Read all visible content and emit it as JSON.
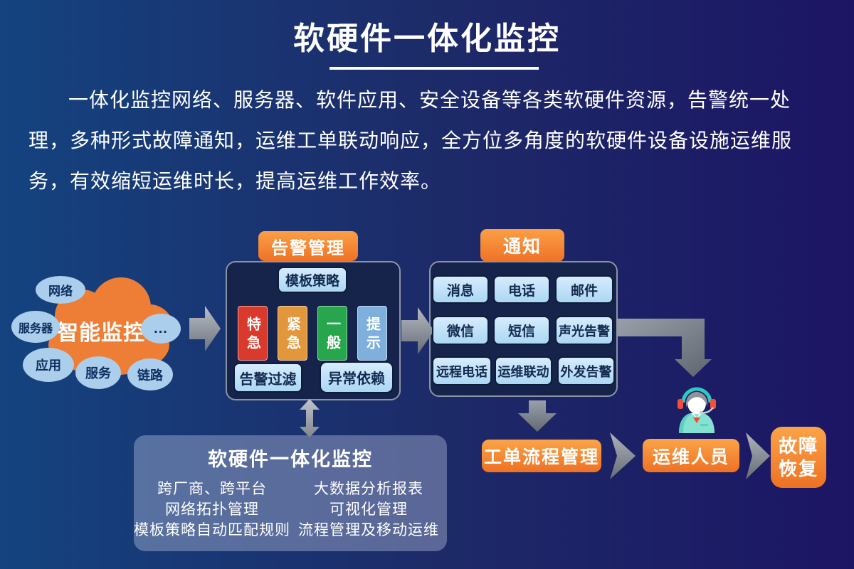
{
  "page": {
    "title": "软硬件一体化监控",
    "description": "一体化监控网络、服务器、软件应用、安全设备等各类软硬件资源，告警统一处理，多种形式故障通知，运维工单联动响应，全方位多角度的软硬件设备设施运维服务，有效缩短运维时长，提高运维工作效率。"
  },
  "cloud": {
    "label": "智能监控",
    "bubbles": [
      "网络",
      "服务器",
      "应用",
      "服务",
      "链路",
      "..."
    ]
  },
  "alert_management": {
    "header": "告警管理",
    "template_button": "模板策略",
    "levels": [
      {
        "label": "特急",
        "color": "#d93a2b"
      },
      {
        "label": "紧急",
        "color": "#e2973d"
      },
      {
        "label": "一般",
        "color": "#27a64e"
      },
      {
        "label": "提示",
        "color": "#7fb0dd"
      }
    ],
    "footer_buttons": [
      "告警过滤",
      "异常依赖"
    ]
  },
  "notification": {
    "header": "通知",
    "channels": [
      "消息",
      "电话",
      "邮件",
      "微信",
      "短信",
      "声光告警",
      "远程电话",
      "运维联动",
      "外发告警"
    ]
  },
  "workflow": {
    "ticket": "工单流程管理",
    "operator": "运维人员",
    "recovery_line1": "故障",
    "recovery_line2": "恢复"
  },
  "platform_panel": {
    "title": "软硬件一体化监控",
    "left_items": [
      "跨厂商、跨平台",
      "网络拓扑管理",
      "模板策略自动匹配规则"
    ],
    "right_items": [
      "大数据分析报表",
      "可视化管理",
      "流程管理及移动运维"
    ]
  },
  "icons": {
    "operator_avatar": "headset-operator-icon"
  },
  "colors": {
    "background_left": "#14437f",
    "background_right": "#1c1563",
    "accent_orange": "#f1812f",
    "panel_navy": "#16234b",
    "panel_border_gray": "#8b94a6",
    "light_blue_button": "#bfe0f8",
    "button_text_navy": "#13294f",
    "arrow_gray": "#8a909b",
    "summary_panel_fill": "rgba(184,194,222,0.40)"
  }
}
